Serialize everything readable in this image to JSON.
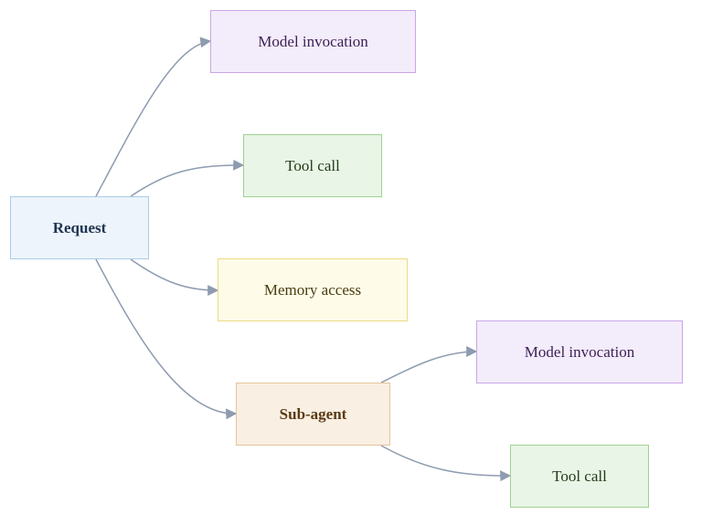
{
  "diagram": {
    "nodes": {
      "request": {
        "label": "Request",
        "kind": "request",
        "fill": "#edf4fc",
        "stroke": "#a9cbe8",
        "text": "#1f3551"
      },
      "model_1": {
        "label": "Model invocation",
        "kind": "model",
        "fill": "#f3ecfb",
        "stroke": "#c9a6e8",
        "text": "#3c1f55"
      },
      "tool_1": {
        "label": "Tool call",
        "kind": "tool",
        "fill": "#e9f5e6",
        "stroke": "#9fd192",
        "text": "#1f3a18"
      },
      "memory": {
        "label": "Memory access",
        "kind": "memory",
        "fill": "#fefbe8",
        "stroke": "#eadb83",
        "text": "#4a3c10"
      },
      "subagent": {
        "label": "Sub-agent",
        "kind": "subagent",
        "fill": "#f9efe2",
        "stroke": "#e3c49b",
        "text": "#5a3a16"
      },
      "model_2": {
        "label": "Model invocation",
        "kind": "model",
        "fill": "#f3ecfb",
        "stroke": "#c9a6e8",
        "text": "#3c1f55"
      },
      "tool_2": {
        "label": "Tool call",
        "kind": "tool",
        "fill": "#e9f5e6",
        "stroke": "#9fd192",
        "text": "#1f3a18"
      }
    },
    "edges": [
      {
        "from": "request",
        "to": "model_1"
      },
      {
        "from": "request",
        "to": "tool_1"
      },
      {
        "from": "request",
        "to": "memory"
      },
      {
        "from": "request",
        "to": "subagent"
      },
      {
        "from": "subagent",
        "to": "model_2"
      },
      {
        "from": "subagent",
        "to": "tool_2"
      }
    ],
    "edge_color": "#8e9bb0"
  }
}
